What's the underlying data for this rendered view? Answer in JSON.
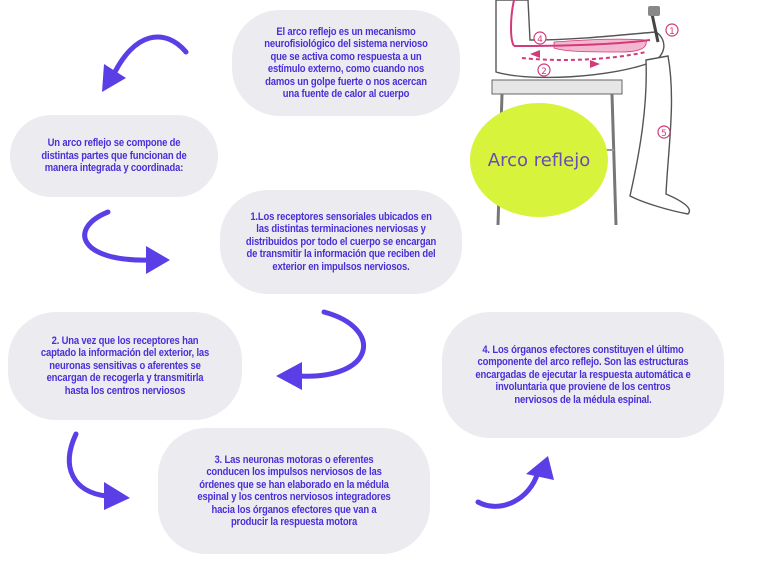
{
  "texts": {
    "intro": "El arco reflejo es un mecanismo neurofisiológico del sistema nervioso que se activa como respuesta a un estímulo externo, como cuando nos damos un golpe fuerte o nos acercan una fuente de calor al cuerpo",
    "parts": "Un arco reflejo se compone de distintas partes que funcionan de manera integrada y coordinada:",
    "step1": "1.Los receptores sensoriales ubicados en las distintas terminaciones nerviosas y distribuidos por todo el cuerpo se encargan de transmitir la información que reciben del exterior en impulsos nerviosos.",
    "step2": "2. Una vez que los receptores han captado la información del exterior, las neuronas sensitivas o aferentes se encargan de recogerla y transmitirla hasta los centros nerviosos",
    "step3": "3. Las neuronas motoras o eferentes conducen los impulsos nerviosos de las órdenes que se han elaborado en la médula espinal y los centros nerviosos integradores hacia los órganos efectores que van a producir la respuesta motora",
    "step4": "4. Los órganos efectores constituyen el último componente del arco reflejo. Son las estructuras encargadas de ejecutar la respuesta automática e involuntaria que proviene de los centros nerviosos de la médula espinal."
  },
  "title": "Arco reflejo",
  "illustration_labels": [
    "1",
    "2",
    "4",
    "5"
  ],
  "colors": {
    "text": "#4a2fd8",
    "bubble": "#ececf0",
    "arrow": "#5b3ee6",
    "title_circle": "#d7f33b",
    "title_text": "#6a4bb8",
    "nerve": "#d23a7a"
  },
  "icons": [
    "curved-arrow-icon",
    "reflex-arc-leg-illustration"
  ]
}
